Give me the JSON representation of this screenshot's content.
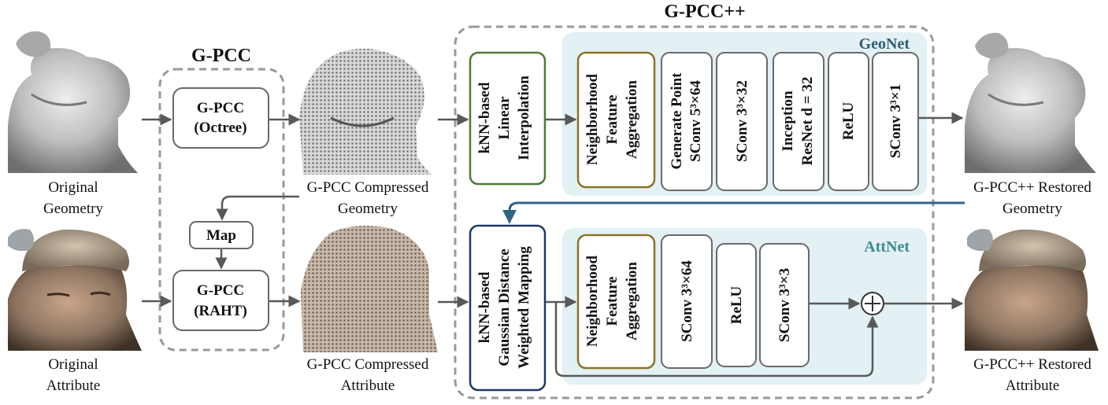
{
  "titles": {
    "gpcc": "G-PCC",
    "gpccpp": "G-PCC++"
  },
  "captions": {
    "orig_geom": [
      "Original",
      "Geometry"
    ],
    "orig_attr": [
      "Original",
      "Attribute"
    ],
    "comp_geom": [
      "G-PCC Compressed",
      "Geometry"
    ],
    "comp_attr": [
      "G-PCC Compressed",
      "Attribute"
    ],
    "rest_geom": [
      "G-PCC++ Restored",
      "Geometry"
    ],
    "rest_attr": [
      "G-PCC++ Restored",
      "Attribute"
    ]
  },
  "gpcc_blocks": {
    "octree": [
      "G-PCC",
      "(Octree)"
    ],
    "map": "Map",
    "raht": [
      "G-PCC",
      "(RAHT)"
    ]
  },
  "geonet": {
    "label": "GeoNet",
    "knn": [
      "kNN-based",
      "Linear",
      "Interpolation"
    ],
    "nfa": [
      "Neighborhood",
      "Feature",
      "Aggregation"
    ],
    "gen_point": [
      "Generate Point",
      "SConv 5³×64"
    ],
    "sconv32": "SConv 3³×32",
    "inception": [
      "Inception",
      "ResNet d = 32"
    ],
    "relu": "ReLU",
    "sconv1": "SConv 3³×1"
  },
  "attnet": {
    "label": "AttNet",
    "knn": [
      "kNN-based",
      "Gaussian Distance",
      "Weighted Mapping"
    ],
    "nfa": [
      "Neighborhood",
      "Feature",
      "Aggregation"
    ],
    "sconv64": "SConv 3³×64",
    "relu": "ReLU",
    "sconv3": "SConv 3³×3",
    "plus": "+"
  },
  "colors": {
    "arrow": "#595959",
    "box_border": "#6a6a6a",
    "panel_bg": "#e3f0f4",
    "geonet_label": "#2f5f74",
    "attnet_label": "#3a8a96",
    "knn_geo_border": "#4f7a36",
    "nfa_border": "#8a7428",
    "knn_att_border": "#1d3a66",
    "feedback_arrow": "#2e6488"
  }
}
